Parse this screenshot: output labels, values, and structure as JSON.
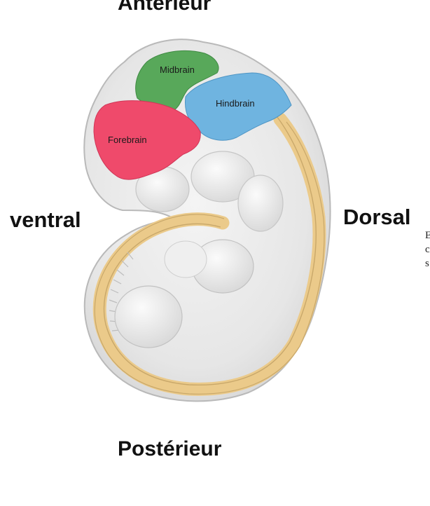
{
  "axes": {
    "anterior": "Antérieur",
    "posterior": "Postérieur",
    "ventral": "ventral",
    "dorsal": "Dorsal"
  },
  "regions": {
    "midbrain": "Midbrain",
    "hindbrain": "Hindbrain",
    "forebrain": "Forebrain"
  },
  "side_text": [
    "E",
    "c",
    "s"
  ],
  "colors": {
    "midbrain": "#58a85a",
    "hindbrain": "#6fb4e0",
    "forebrain": "#ef4a6b",
    "spinal_cord": "#ebca8a",
    "embryo_body": "#e9e9e9",
    "embryo_outline": "#b9b9b9"
  }
}
